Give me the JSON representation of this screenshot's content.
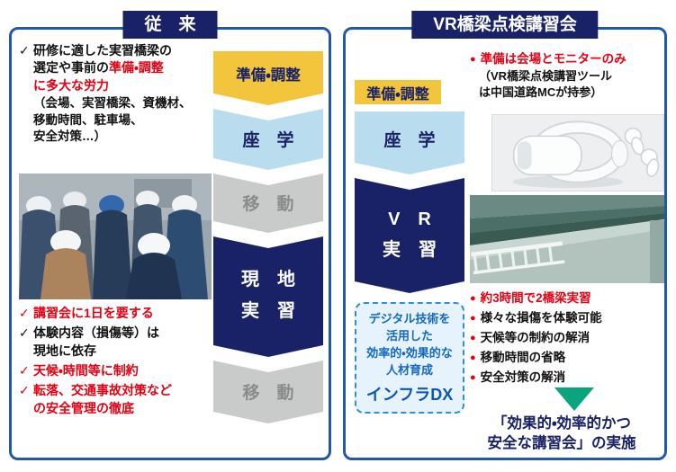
{
  "icons": {
    "check": "✓",
    "bullet": "●"
  },
  "colors": {
    "panel_border": "#2158a8",
    "navy": "#192266",
    "yellow": "#f2c53d",
    "light_blue": "#b9dcee",
    "gray": "#c9caca",
    "red": "#e60012",
    "green": "#0aa57e",
    "dx_blue": "#1468c0"
  },
  "left_panel": {
    "title": "従　来",
    "top_note": {
      "black": "研修に適した実習橋梁の\n選定や事前の",
      "red": "準備・調整\nに多大な労力",
      "paren": "（会場、実習橋梁、資機材、\n移動時間、駐車場、\n安全対策…）"
    },
    "flow": [
      {
        "label": "準備・調整"
      },
      {
        "label": "座　学"
      },
      {
        "label": "移　動"
      },
      {
        "label": "現　地\n実　習"
      },
      {
        "label": "移　動"
      }
    ],
    "bottom_notes": [
      {
        "text": "講習会に1日を要する",
        "color": "red"
      },
      {
        "text": "体験内容（損傷等）は\n現地に依存",
        "color": "black"
      },
      {
        "text": "天候・時間等に制約",
        "color": "red"
      },
      {
        "text": "転落、交通事故対策など\nの安全管理の徹底",
        "color": "red"
      }
    ]
  },
  "right_panel": {
    "title": "VR橋梁点検講習会",
    "flow": [
      {
        "label": "準備・調整"
      },
      {
        "label": "座　学"
      },
      {
        "label": "V　R\n実　習"
      }
    ],
    "dx_box": {
      "lines": "デジタル技術を\n活用した\n効率的・効果的な\n人材育成",
      "label": "インフラDX"
    },
    "top_note": {
      "red": "準備は会場とモニターのみ",
      "black": "（VR橋梁点検講習ツール\nは中国道路MCが持参）"
    },
    "bullets": [
      {
        "text": "約3時間で2橋梁実習",
        "color": "red"
      },
      {
        "text": "様々な損傷を体験可能",
        "color": "black"
      },
      {
        "text": "天候等の制約の解消",
        "color": "black"
      },
      {
        "text": "移動時間の省略",
        "color": "black"
      },
      {
        "text": "安全対策の解消",
        "color": "black"
      }
    ],
    "conclusion": "「効果的・効率的かつ\n安全な講習会」の実施"
  }
}
